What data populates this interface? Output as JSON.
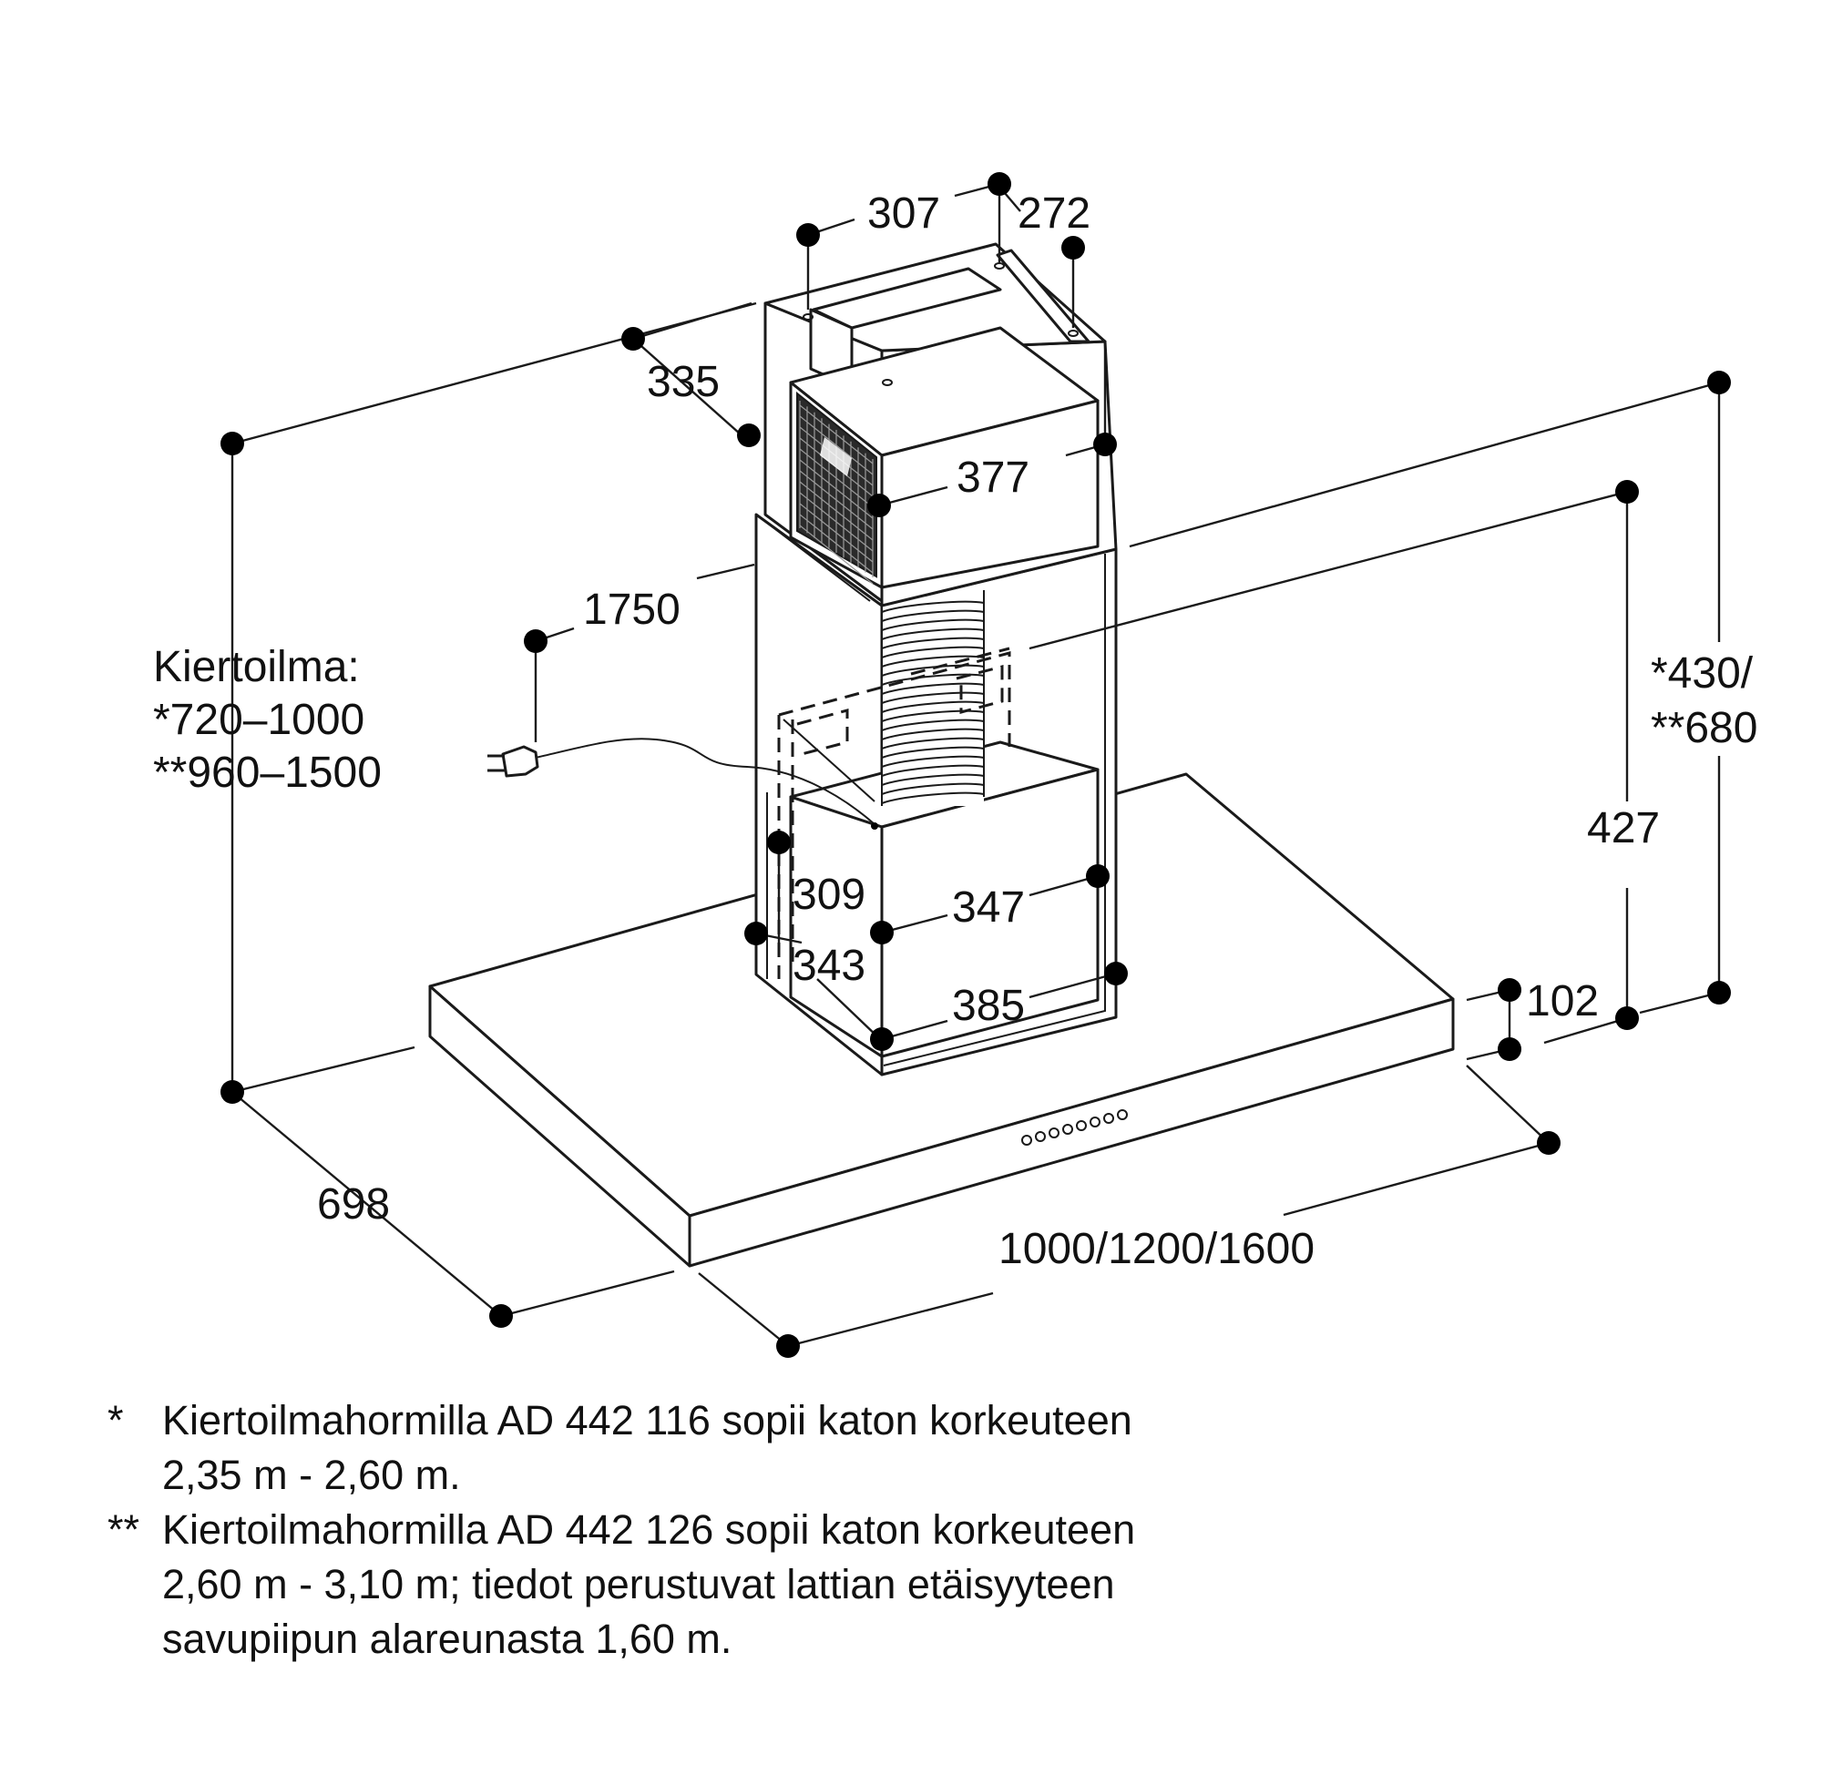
{
  "dimensions": {
    "d307": "307",
    "d272": "272",
    "d335": "335",
    "d377": "377",
    "d1750": "1750",
    "d309": "309",
    "d347": "347",
    "d343": "343",
    "d385": "385",
    "d102": "102",
    "d427": "427",
    "d430_680_line1": "*430/",
    "d430_680_line2": "**680",
    "d698": "698",
    "width": "1000/1200/1600"
  },
  "recirculation": {
    "label": "Kiertoilma:",
    "range1": "*720–1000",
    "range2": "**960–1500"
  },
  "footnotes": [
    {
      "mark": "*",
      "lines": [
        "Kiertoilmahormilla AD 442 116 sopii katon korkeuteen",
        "2,35 m - 2,60 m."
      ]
    },
    {
      "mark": "**",
      "lines": [
        "Kiertoilmahormilla AD 442 126 sopii katon korkeuteen",
        "2,60 m - 3,10 m; tiedot perustuvat lattian etäisyyteen",
        "savupiipun alareunasta 1,60 m."
      ]
    }
  ]
}
